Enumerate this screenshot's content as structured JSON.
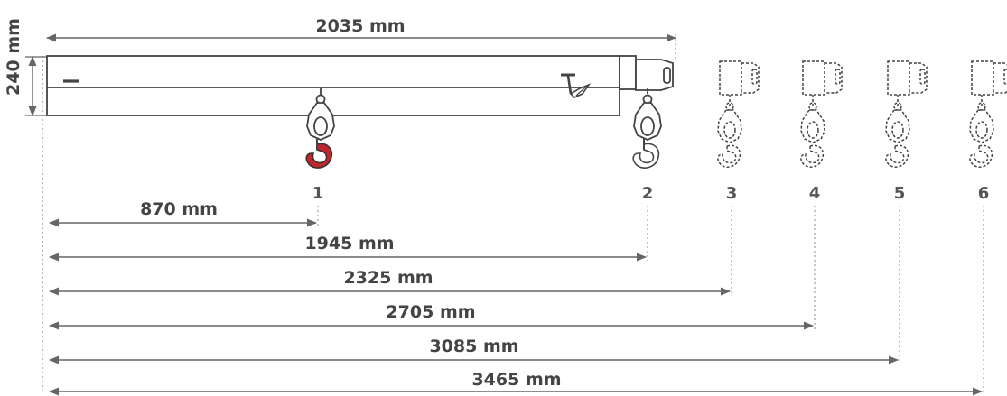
{
  "dimensions": {
    "beam_length": "2035 mm",
    "beam_height": "240 mm"
  },
  "positions": [
    {
      "number": "1",
      "distance": "870 mm"
    },
    {
      "number": "2",
      "distance": "1945 mm"
    },
    {
      "number": "3",
      "distance": "2325 mm"
    },
    {
      "number": "4",
      "distance": "2705 mm"
    },
    {
      "number": "5",
      "distance": "3085 mm"
    },
    {
      "number": "6",
      "distance": "3465 mm"
    }
  ],
  "colors": {
    "hook_active": "#c0272d",
    "line": "#444444",
    "dim_line": "#777777"
  }
}
